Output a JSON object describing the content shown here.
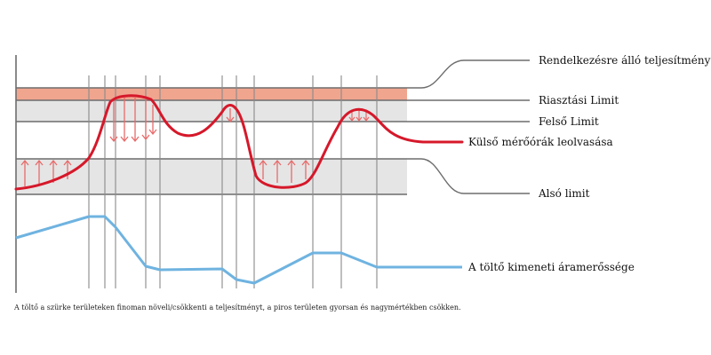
{
  "labels": {
    "available_power": "Rendelkezésre álló teljesítmény",
    "alarm_limit": "Riasztási Limit",
    "upper_limit": "Felső Limit",
    "external_meter": "Külső mérőórák leolvasása",
    "lower_limit": "Alsó limit",
    "charger_current": "A töltő kimeneti áramerőssége"
  },
  "caption": "A töltő a szürke területeken finoman növeli/csökkenti a teljesítményt, a piros területen gyorsan és nagymértékben csökken.",
  "colors": {
    "red_zone": "#f0a58f",
    "grey_zone": "#e5e5e5",
    "meter_curve": "#d6182a",
    "current_curve": "#6fb3e0",
    "guide_lines": "#6d6d6d",
    "axis": "#8a8a8a",
    "arrows": "#e86a6a"
  }
}
